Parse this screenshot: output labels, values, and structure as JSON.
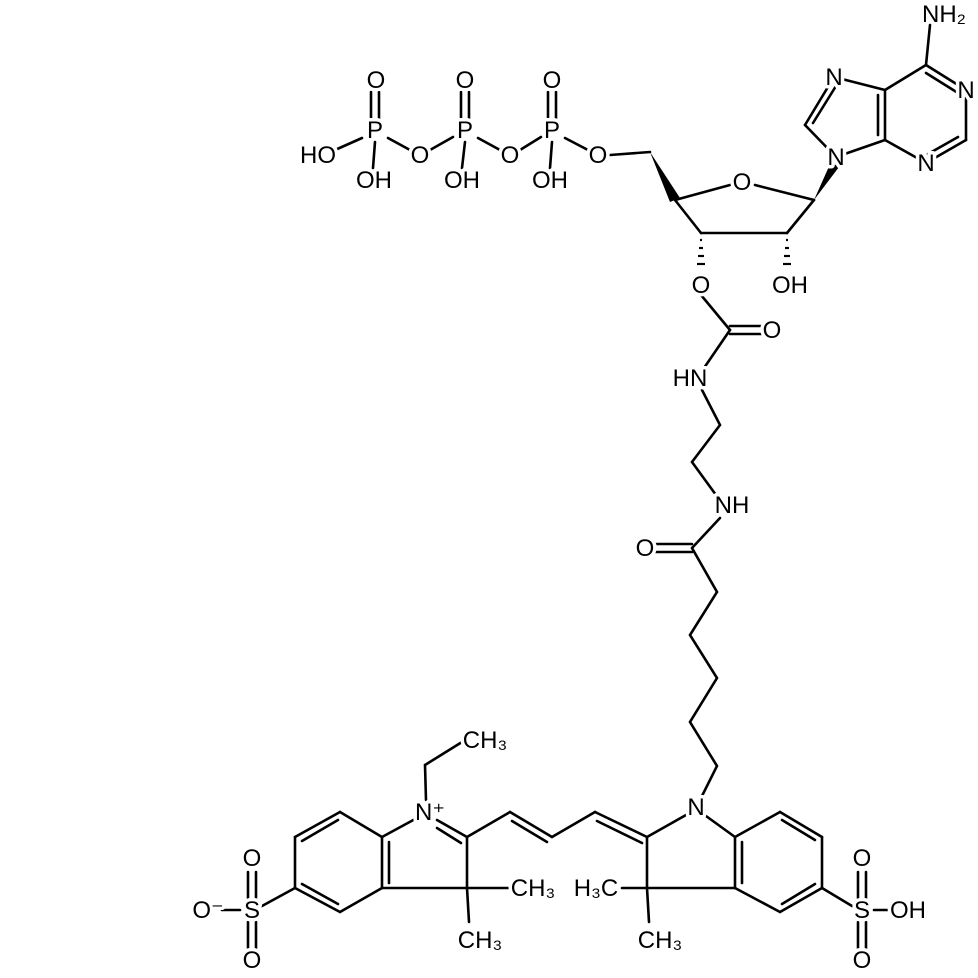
{
  "title": "Cy5-ATP conjugate structure",
  "atoms": {
    "p1_o": "O",
    "p1": "P",
    "p1_ho": "HO",
    "p1_oh": "OH",
    "bridge1": "O",
    "p2_o": "O",
    "p2": "P",
    "p2_oh": "OH",
    "bridge2": "O",
    "p3_o": "O",
    "p3": "P",
    "p3_oh": "OH",
    "bridge3": "O",
    "ring_o": "O",
    "c2_oh": "OH",
    "c3_o": "O",
    "n7": "N",
    "n9": "N",
    "n1": "N",
    "n3": "N",
    "nh2": "NH₂",
    "carb_o": "O",
    "carb_hn": "HN",
    "amide_nh": "NH",
    "amide_o": "O",
    "ethyl_ch3": "CH₃",
    "n_plus": "N⁺",
    "left_ch3_right": "CH₃",
    "left_ch3_down": "CH₃",
    "left_s": "S",
    "left_s_o_up": "O",
    "left_s_o_down": "O",
    "left_s_o_minus": "O⁻",
    "n_right": "N",
    "right_h3c": "H₃C",
    "right_ch3_down": "CH₃",
    "right_s": "S",
    "right_s_o_up": "O",
    "right_s_o_down": "O",
    "right_s_oh": "OH"
  }
}
